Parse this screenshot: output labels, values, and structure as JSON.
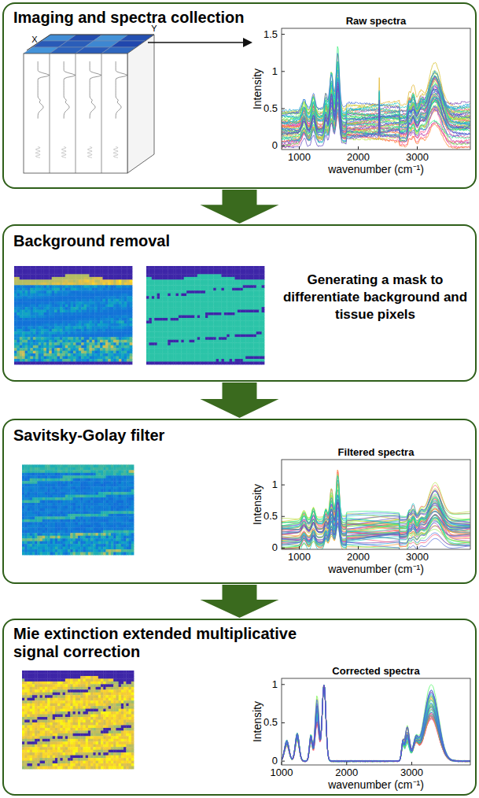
{
  "diagram": {
    "nodes": [
      {
        "text": [
          "Imaging and spectra collection"
        ]
      },
      {
        "text": [
          "Background removal",
          "Generating a mask to differentiate background and tissue pixels"
        ]
      },
      {
        "text": [
          "Savitsky-Golay filter"
        ]
      },
      {
        "text": [
          "Mie extinction extended multiplicative signal correction"
        ]
      }
    ],
    "edges": [
      {
        "from": 0,
        "to": 1,
        "arrow": "to"
      },
      {
        "from": 1,
        "to": 2,
        "arrow": "to"
      },
      {
        "from": 2,
        "to": 3,
        "arrow": "to"
      }
    ],
    "labels": [
      "X",
      "Y",
      "Raw spectra",
      "Intensity",
      "wavenumber (cm⁻¹)",
      "1.5",
      "1",
      "0.5",
      "0",
      "1000",
      "2000",
      "3000",
      "Filtered spectra",
      "Intensity",
      "wavenumber (cm⁻¹)",
      "1",
      "0.5",
      "0",
      "1000",
      "2000",
      "3000",
      "Corrected spectra",
      "Intensity",
      "wavenumber (cm⁻¹)",
      "1",
      "0.5",
      "0",
      "1000",
      "2000",
      "3000"
    ]
  }
}
